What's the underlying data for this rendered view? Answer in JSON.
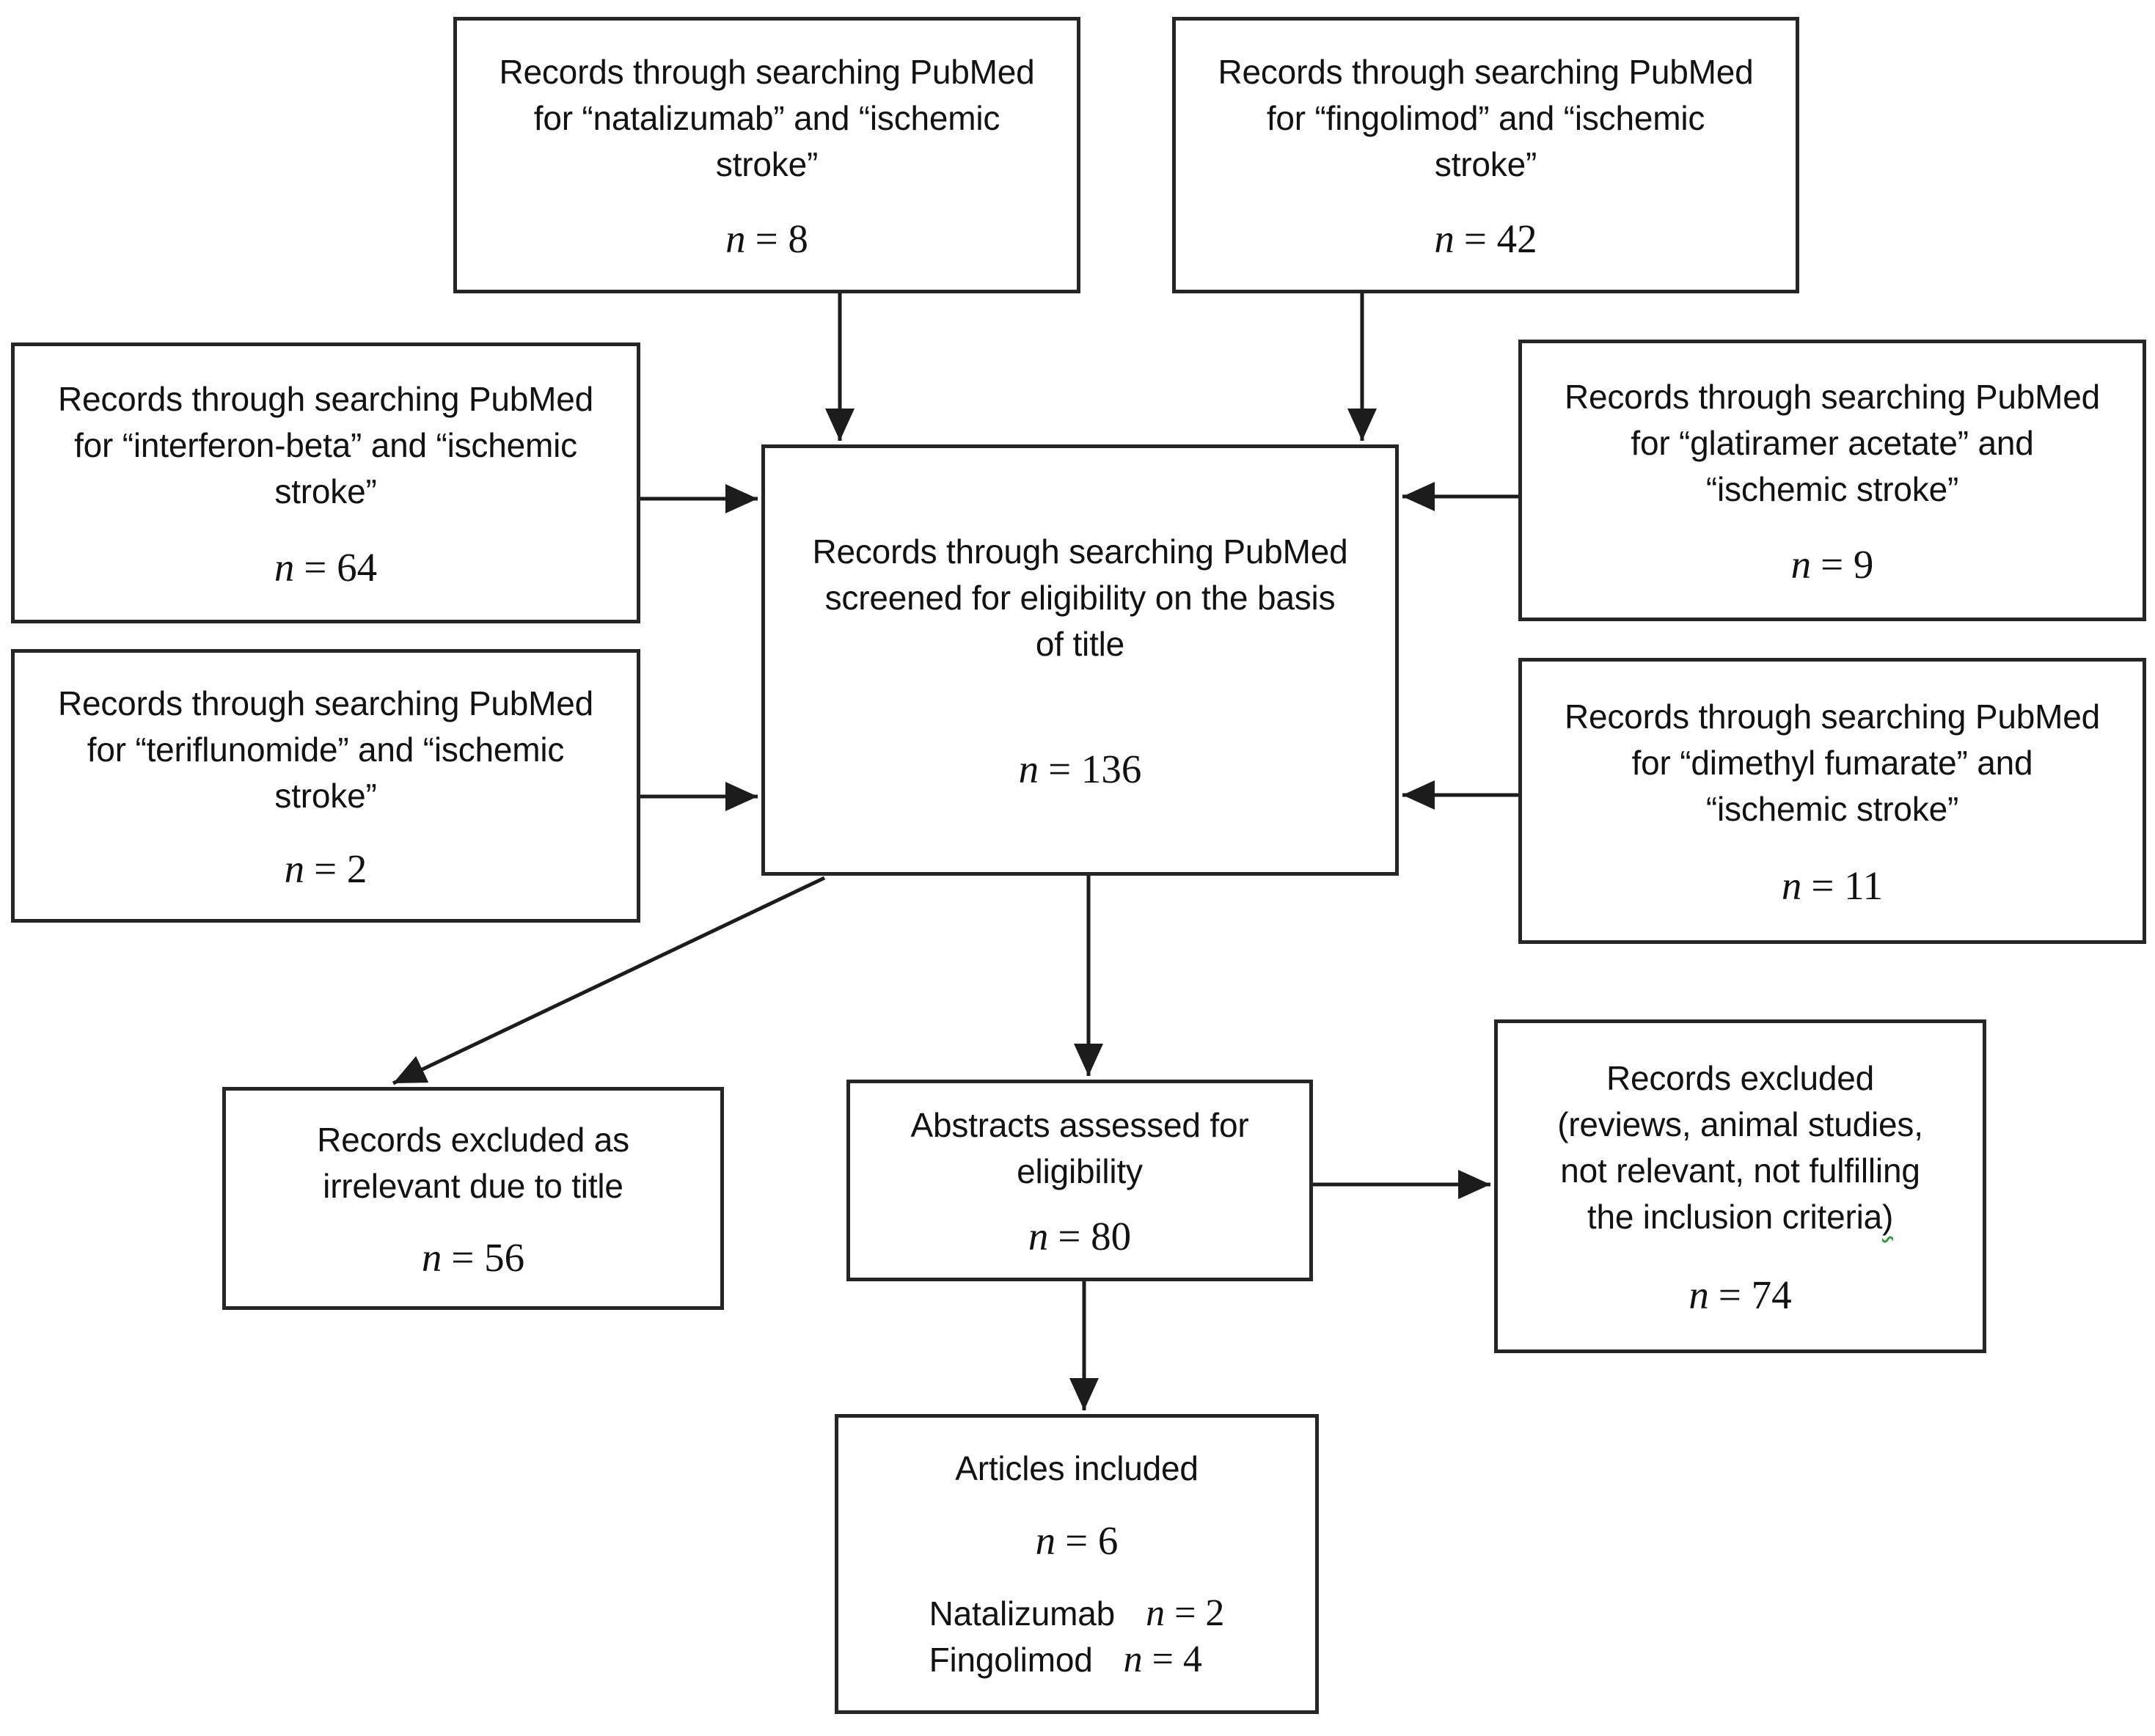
{
  "boxes": {
    "natalizumab": {
      "lines": [
        "Records through searching PubMed",
        "for “natalizumab” and “ischemic",
        "stroke”"
      ],
      "n_var": "n",
      "n_eq": "= 8"
    },
    "fingolimod": {
      "lines": [
        "Records through searching PubMed",
        "for “fingolimod” and “ischemic",
        "stroke”"
      ],
      "n_var": "n",
      "n_eq": "= 42"
    },
    "interferon": {
      "lines": [
        "Records through searching PubMed",
        "for “interferon-beta” and “ischemic",
        "stroke”"
      ],
      "n_var": "n",
      "n_eq": "= 64"
    },
    "teriflunomide": {
      "lines": [
        "Records through searching PubMed",
        "for “teriflunomide” and “ischemic",
        "stroke”"
      ],
      "n_var": "n",
      "n_eq": "= 2"
    },
    "glatiramer": {
      "lines": [
        "Records through searching PubMed",
        "for “glatiramer acetate” and",
        "“ischemic stroke”"
      ],
      "n_var": "n",
      "n_eq": "= 9"
    },
    "dimethyl": {
      "lines": [
        "Records through searching PubMed",
        "for “dimethyl fumarate” and",
        "“ischemic stroke”"
      ],
      "n_var": "n",
      "n_eq": "= 11"
    },
    "screened": {
      "lines": [
        "Records through searching PubMed",
        "screened for eligibility on the basis",
        "of title"
      ],
      "n_var": "n",
      "n_eq": "= 136"
    },
    "excluded_title": {
      "lines": [
        "Records excluded as",
        "irrelevant due to title"
      ],
      "n_var": "n",
      "n_eq": "= 56"
    },
    "abstracts": {
      "lines": [
        "Abstracts assessed for",
        "eligibility"
      ],
      "n_var": "n",
      "n_eq": "= 80"
    },
    "excluded_reviews": {
      "lines": [
        "Records excluded",
        "(reviews, animal studies,",
        "not relevant, not fulfilling",
        "the inclusion criteria"
      ],
      "paren": ")",
      "n_var": "n",
      "n_eq": "= 74"
    },
    "articles": {
      "title": "Articles included",
      "n_var": "n",
      "n_eq": "= 6",
      "rows": [
        {
          "label": "Natalizumab",
          "n_var": "n",
          "n_eq": "= 2"
        },
        {
          "label": "Fingolimod",
          "n_var": "n",
          "n_eq": "= 4"
        }
      ]
    }
  }
}
